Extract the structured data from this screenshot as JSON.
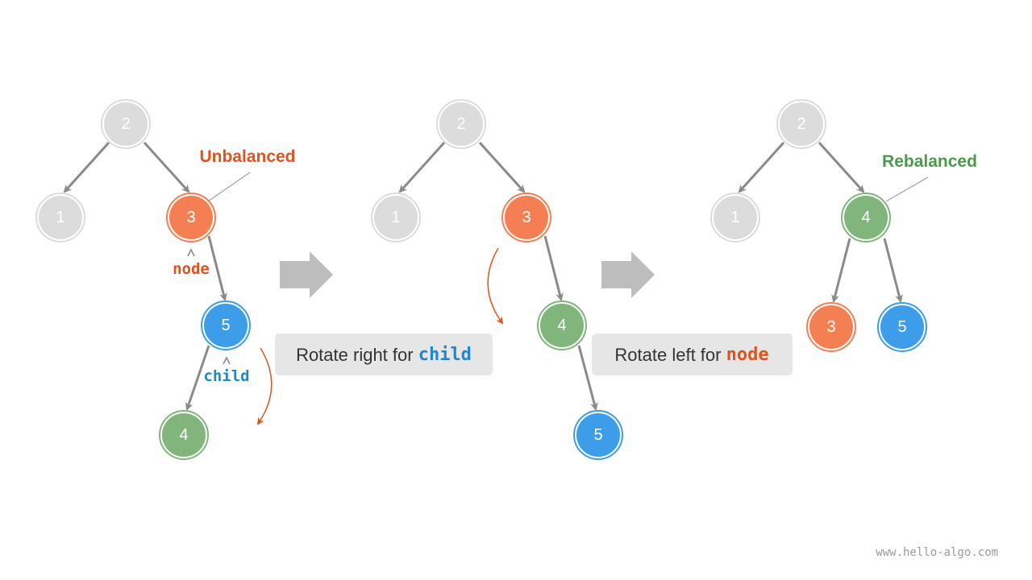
{
  "colors": {
    "gray": "#dcdcdc",
    "orange": "#f47f53",
    "blue": "#3d9de8",
    "green": "#80b67c",
    "edge": "#8a8a8a",
    "accent_orange": "#e0531f",
    "accent_blue": "#1f86cf",
    "accent_green": "#4b9a4c",
    "step_arrow": "#bdbdbd",
    "step_box": "#e6e6e6"
  },
  "panels": [
    {
      "name": "before",
      "nodes": [
        {
          "id": "n2",
          "label": "2",
          "color": "gray"
        },
        {
          "id": "n1",
          "label": "1",
          "color": "gray"
        },
        {
          "id": "n3",
          "label": "3",
          "color": "orange"
        },
        {
          "id": "n5",
          "label": "5",
          "color": "blue"
        },
        {
          "id": "n4",
          "label": "4",
          "color": "green"
        }
      ],
      "callout": {
        "text": "Unbalanced",
        "color": "accent_orange"
      },
      "pointers": [
        {
          "text": "node",
          "color": "accent_orange"
        },
        {
          "text": "child",
          "color": "accent_blue"
        }
      ]
    },
    {
      "name": "after-right-rotation",
      "nodes": [
        {
          "id": "n2",
          "label": "2",
          "color": "gray"
        },
        {
          "id": "n1",
          "label": "1",
          "color": "gray"
        },
        {
          "id": "n3",
          "label": "3",
          "color": "orange"
        },
        {
          "id": "n4",
          "label": "4",
          "color": "green"
        },
        {
          "id": "n5",
          "label": "5",
          "color": "blue"
        }
      ]
    },
    {
      "name": "after-left-rotation",
      "nodes": [
        {
          "id": "n2",
          "label": "2",
          "color": "gray"
        },
        {
          "id": "n1",
          "label": "1",
          "color": "gray"
        },
        {
          "id": "n4",
          "label": "4",
          "color": "green"
        },
        {
          "id": "n3",
          "label": "3",
          "color": "orange"
        },
        {
          "id": "n5",
          "label": "5",
          "color": "blue"
        }
      ],
      "callout": {
        "text": "Rebalanced",
        "color": "accent_green"
      }
    }
  ],
  "steps": [
    {
      "prefix": "Rotate right for ",
      "code": "child",
      "code_color": "accent_blue"
    },
    {
      "prefix": "Rotate left for ",
      "code": "node",
      "code_color": "accent_orange"
    }
  ],
  "watermark": "www.hello-algo.com"
}
